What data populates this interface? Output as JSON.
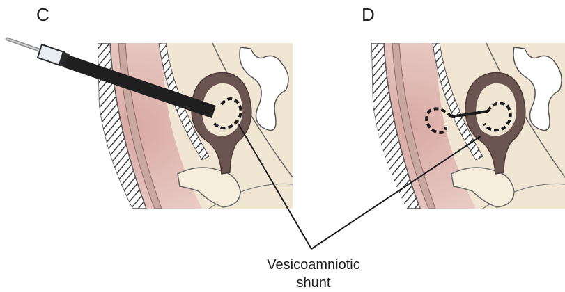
{
  "panels": [
    {
      "letter": "C",
      "description": "needle-introducer-with-shunt-inside-bladder"
    },
    {
      "letter": "D",
      "description": "shunt-deployed-bladder-to-amniotic-cavity"
    }
  ],
  "caption": {
    "line1": "Vesicoamniotic",
    "line2": "shunt"
  },
  "colors": {
    "uterine_wall_hatch": "#3a3a3a",
    "uterus_pink": "#e6c9c3",
    "fetal_body": "#f1e6d4",
    "bladder_wall": "#6b5550",
    "needle": "#1f1f1f",
    "leader_line": "#1a1a1a"
  },
  "icons": [
    "needle-trocar",
    "pigtail-shunt-catheter",
    "fetal-bladder",
    "abdominal-wall"
  ]
}
